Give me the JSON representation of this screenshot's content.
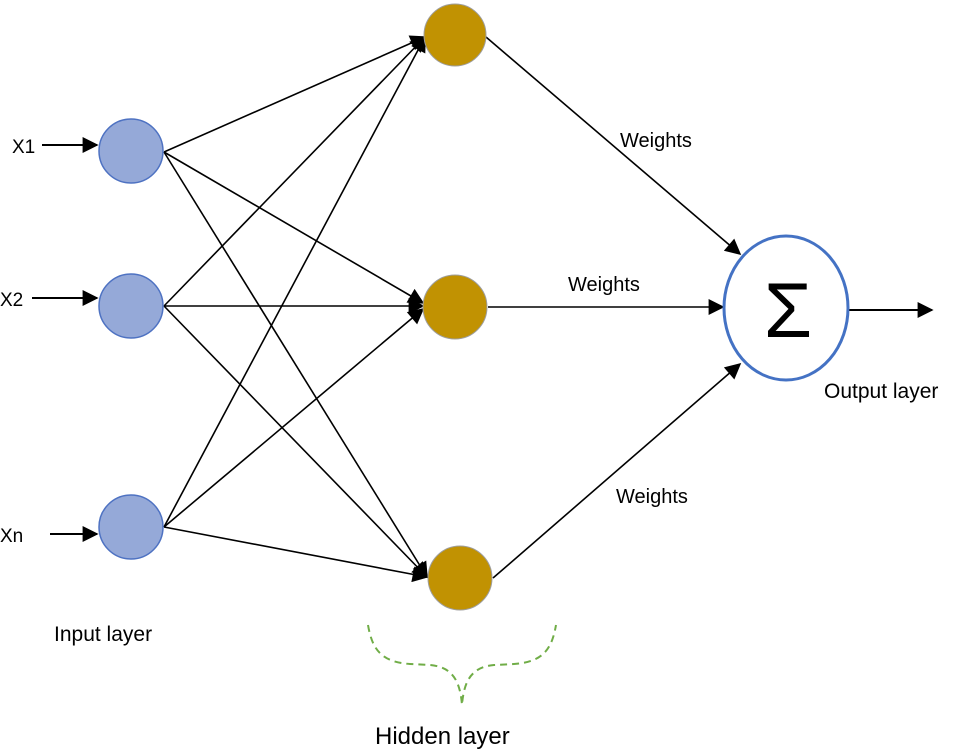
{
  "inputs": {
    "x1": "X1",
    "x2": "X2",
    "xn": "Xn"
  },
  "layers": {
    "input": "Input layer",
    "hidden": "Hidden layer",
    "output": "Output layer"
  },
  "weights": {
    "top": "Weights",
    "middle": "Weights",
    "bottom": "Weights"
  },
  "sum_symbol": "Σ",
  "colors": {
    "input_node_fill": "#95a9d8",
    "input_node_stroke": "#4e72c2",
    "hidden_node_fill": "#c19202",
    "hidden_node_stroke": "#9e9e9e",
    "output_node_stroke": "#4472c4",
    "brace": "#70ad47",
    "arrow": "#000000"
  }
}
